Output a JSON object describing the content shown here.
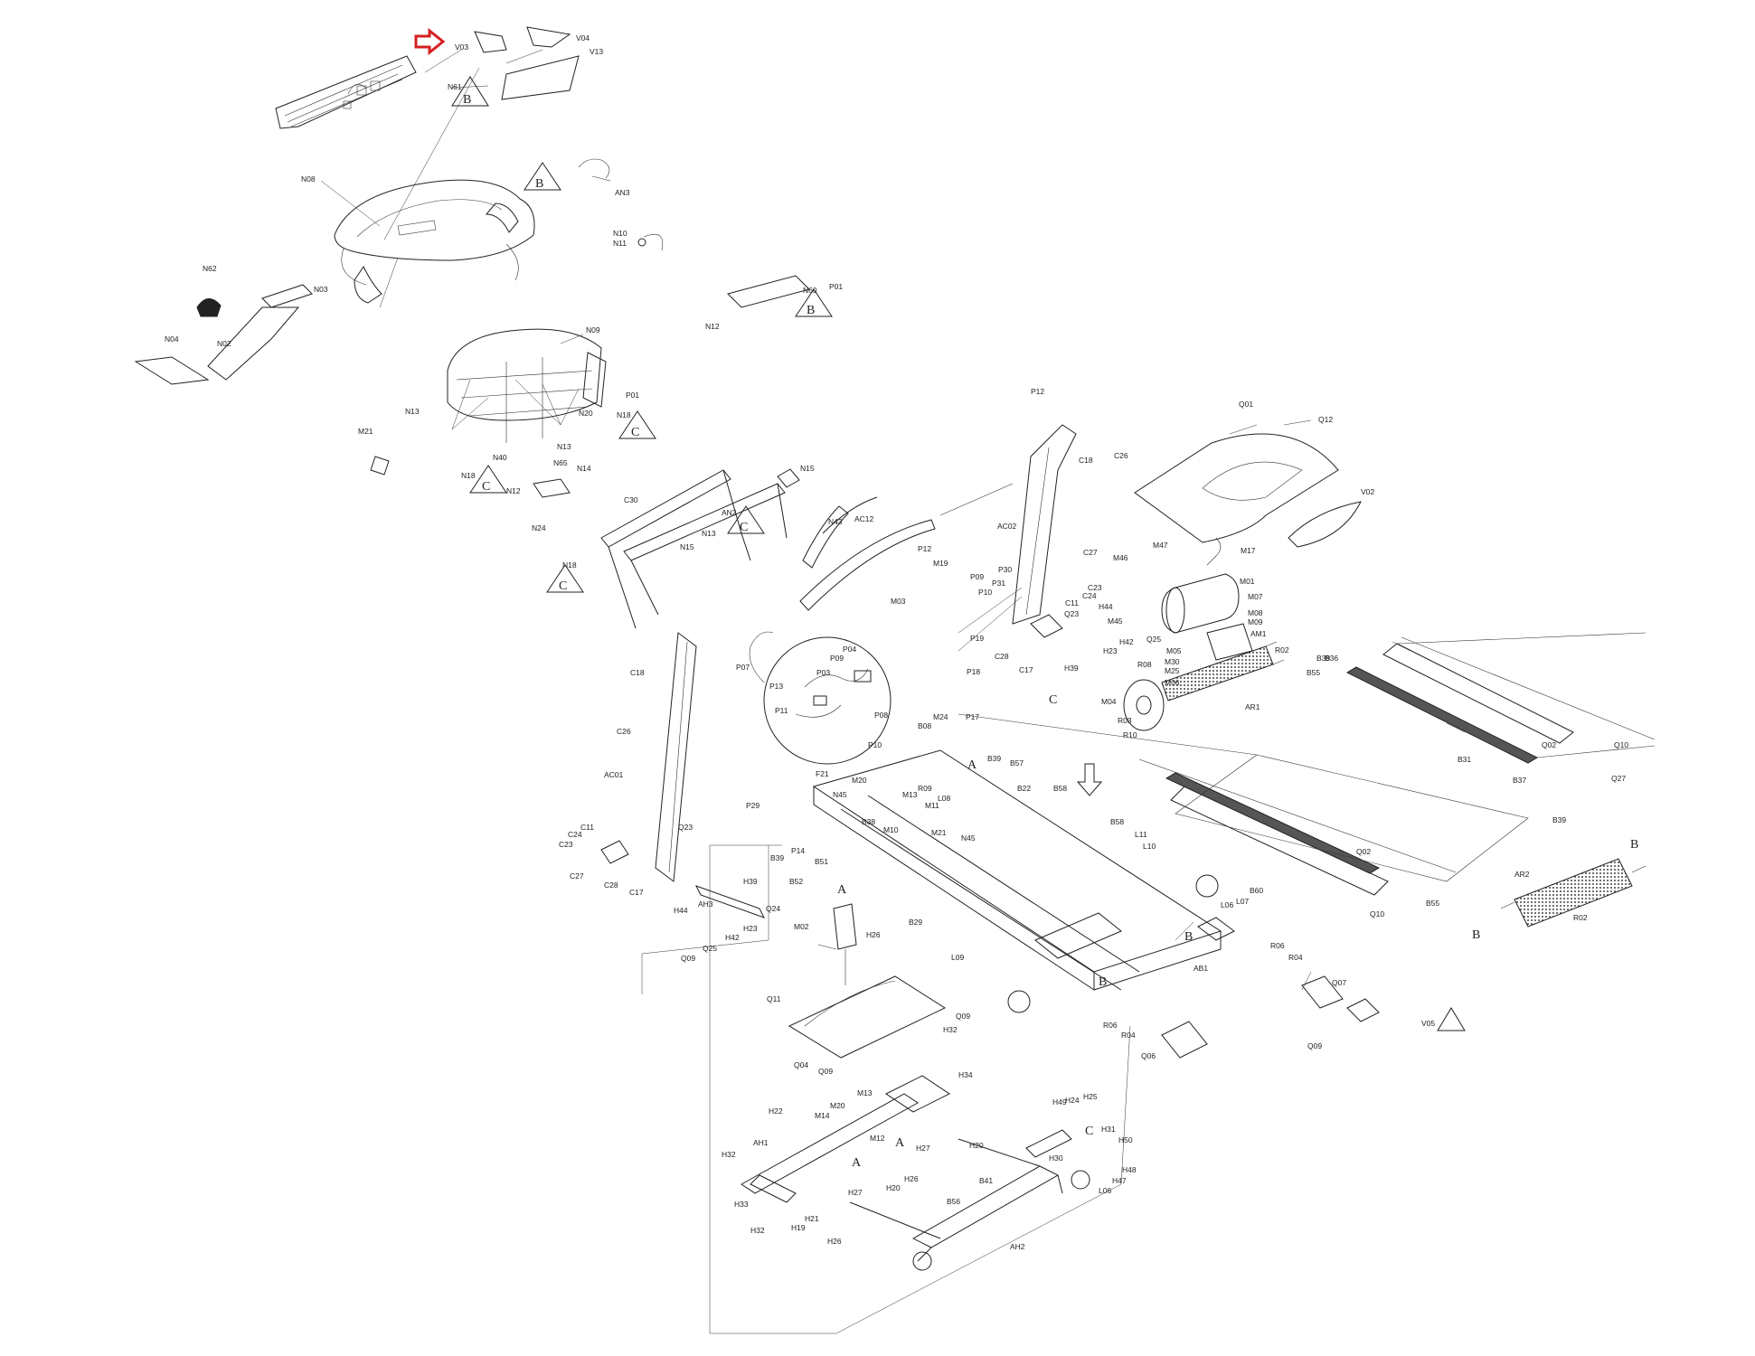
{
  "labels": {
    "V03": "V03",
    "V04": "V04",
    "V13": "V13",
    "N61": "N61",
    "N08": "N08",
    "AN3": "AN3",
    "N10": "N10",
    "N11": "N11",
    "N62": "N62",
    "N03": "N03",
    "N04": "N04",
    "N02": "N02",
    "P01a": "P01",
    "N60": "N60",
    "N12a": "N12",
    "N09": "N09",
    "P01b": "P01",
    "N20": "N20",
    "N18a": "N18",
    "N13a": "N13",
    "N13b": "N13",
    "M21a": "M21",
    "N40": "N40",
    "N65": "N65",
    "N14": "N14",
    "N18b": "N18",
    "N12b": "N12",
    "N24": "N24",
    "N15a": "N15",
    "C30": "C30",
    "AN2": "AN2",
    "N13c": "N13",
    "N43": "N43",
    "AC12": "AC12",
    "N15b": "N15",
    "N18c": "N18",
    "P12a": "P12",
    "C18a": "C18",
    "C26a": "C26",
    "Q01": "Q01",
    "Q12": "Q12",
    "V02": "V02",
    "M17": "M17",
    "M46": "M46",
    "M47": "M47",
    "AC02": "AC02",
    "C27a": "C27",
    "P30": "P30",
    "P31": "P31",
    "C23a": "C23",
    "C11a": "C11",
    "C24a": "C24",
    "Q23a": "Q23",
    "H44a": "H44",
    "M01": "M01",
    "M07": "M07",
    "M08": "M08",
    "M09": "M09",
    "AM1": "AM1",
    "M45": "M45",
    "H42a": "H42",
    "Q25a": "Q25",
    "H23a": "H23",
    "M05": "M05",
    "M30": "M30",
    "M25": "M25",
    "M06": "M06",
    "R02a": "R02",
    "B39a": "B39",
    "B36": "B36",
    "B55a": "B55",
    "R08": "R08",
    "M04": "M04",
    "R03": "R03",
    "R10": "R10",
    "AR1": "AR1",
    "H39a": "H39",
    "C28a": "C28",
    "C17a": "C17",
    "P12b": "P12",
    "M19": "M19",
    "P09a": "P09",
    "P10a": "P10",
    "M03": "M03",
    "P19": "P19",
    "P18": "P18",
    "M24": "M24",
    "B08": "B08",
    "P17": "P17",
    "P07": "P07",
    "P04": "P04",
    "P09b": "P09",
    "P03": "P03",
    "P13": "P13",
    "P11": "P11",
    "P08": "P08",
    "P10b": "P10",
    "F21": "F21",
    "M20a": "M20",
    "N45a": "N45",
    "P29": "P29",
    "C18b": "C18",
    "C26b": "C26",
    "AC01": "AC01",
    "C11b": "C11",
    "C24b": "C24",
    "C23b": "C23",
    "C27b": "C27",
    "C28b": "C28",
    "C17b": "C17",
    "Q23b": "Q23",
    "H39b": "H39",
    "AH3": "AH3",
    "H44b": "H44",
    "Q24": "Q24",
    "H23b": "H23",
    "H42b": "H42",
    "Q25b": "Q25",
    "Q09a": "Q09",
    "B39b": "B39",
    "P14": "P14",
    "B52": "B52",
    "B51": "B51",
    "B38": "B38",
    "M10": "M10",
    "M13a": "M13",
    "M11": "M11",
    "R09": "R09",
    "L08": "L08",
    "M21b": "M21",
    "N45b": "N45",
    "B39c": "B39",
    "B57": "B57",
    "B22": "B22",
    "B58a": "B58",
    "B58b": "B58",
    "L11": "L11",
    "L10": "L10",
    "Q02a": "Q02",
    "Q10a": "Q10",
    "B31": "B31",
    "Q27": "Q27",
    "B37": "B37",
    "B39d": "B39",
    "Q02b": "Q02",
    "Q10b": "Q10",
    "B55b": "B55",
    "AR2": "AR2",
    "R02b": "R02",
    "B60": "B60",
    "L07": "L07",
    "L06a": "L06",
    "M02": "M02",
    "H26a": "H26",
    "B29": "B29",
    "L09": "L09",
    "AB1": "AB1",
    "R06a": "R06",
    "R04a": "R04",
    "Q07": "Q07",
    "R06b": "R06",
    "R04b": "R04",
    "Q06": "Q06",
    "Q09b": "Q09",
    "V05": "V05",
    "Q11": "Q11",
    "Q09c": "Q09",
    "Q04": "Q04",
    "Q09d": "Q09",
    "H32a": "H32",
    "H34": "H34",
    "H22": "H22",
    "M14": "M14",
    "M20b": "M20",
    "M13b": "M13",
    "M12": "M12",
    "H27a": "H27",
    "AH1": "AH1",
    "H32b": "H32",
    "H33": "H33",
    "H32c": "H32",
    "H19": "H19",
    "H21": "H21",
    "H27b": "H27",
    "H20a": "H20",
    "H26b": "H26",
    "H26c": "H26",
    "H20b": "H20",
    "B41": "B41",
    "B56": "B56",
    "AH2": "AH2",
    "H49": "H49",
    "H24": "H24",
    "H25": "H25",
    "H31": "H31",
    "H50": "H50",
    "H30": "H30",
    "H48": "H48",
    "H47": "H47",
    "L06b": "L06"
  },
  "marks": {
    "A": "A",
    "B": "B",
    "C": "C"
  }
}
